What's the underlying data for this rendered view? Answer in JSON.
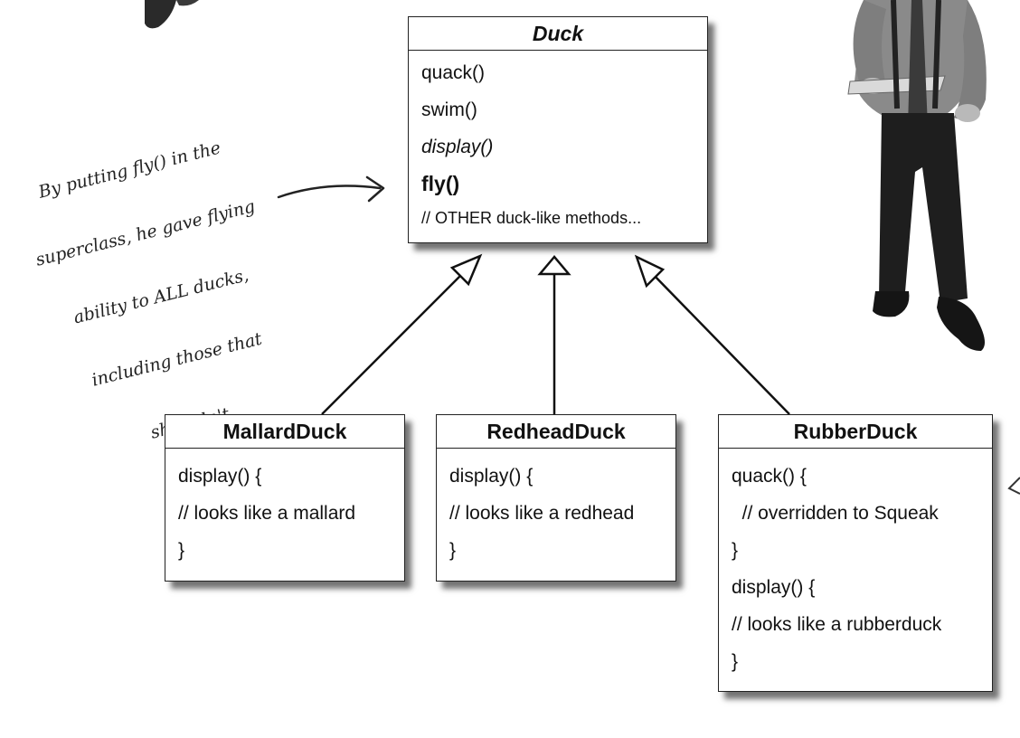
{
  "superclass": {
    "name": "Duck",
    "methods": [
      {
        "text": "quack()",
        "style": "normal"
      },
      {
        "text": "swim()",
        "style": "normal"
      },
      {
        "text": "display()",
        "style": "italic"
      },
      {
        "text": "fly()",
        "style": "bold"
      },
      {
        "text": "// OTHER duck-like methods...",
        "style": "small"
      }
    ]
  },
  "subclasses": [
    {
      "name": "MallardDuck",
      "lines": [
        "display() {",
        "// looks like a mallard",
        "}"
      ]
    },
    {
      "name": "RedheadDuck",
      "lines": [
        "display() {",
        "// looks like a redhead",
        "}"
      ]
    },
    {
      "name": "RubberDuck",
      "lines": [
        "quack() {",
        "  // overridden to Squeak",
        "}",
        "display() {",
        "// looks like a rubberduck",
        "}"
      ]
    }
  ],
  "annotation": {
    "lines": [
      "By putting fly() in the",
      "superclass, he gave flying",
      "ability to ALL ducks,",
      "including those that",
      "shouldn't."
    ]
  }
}
